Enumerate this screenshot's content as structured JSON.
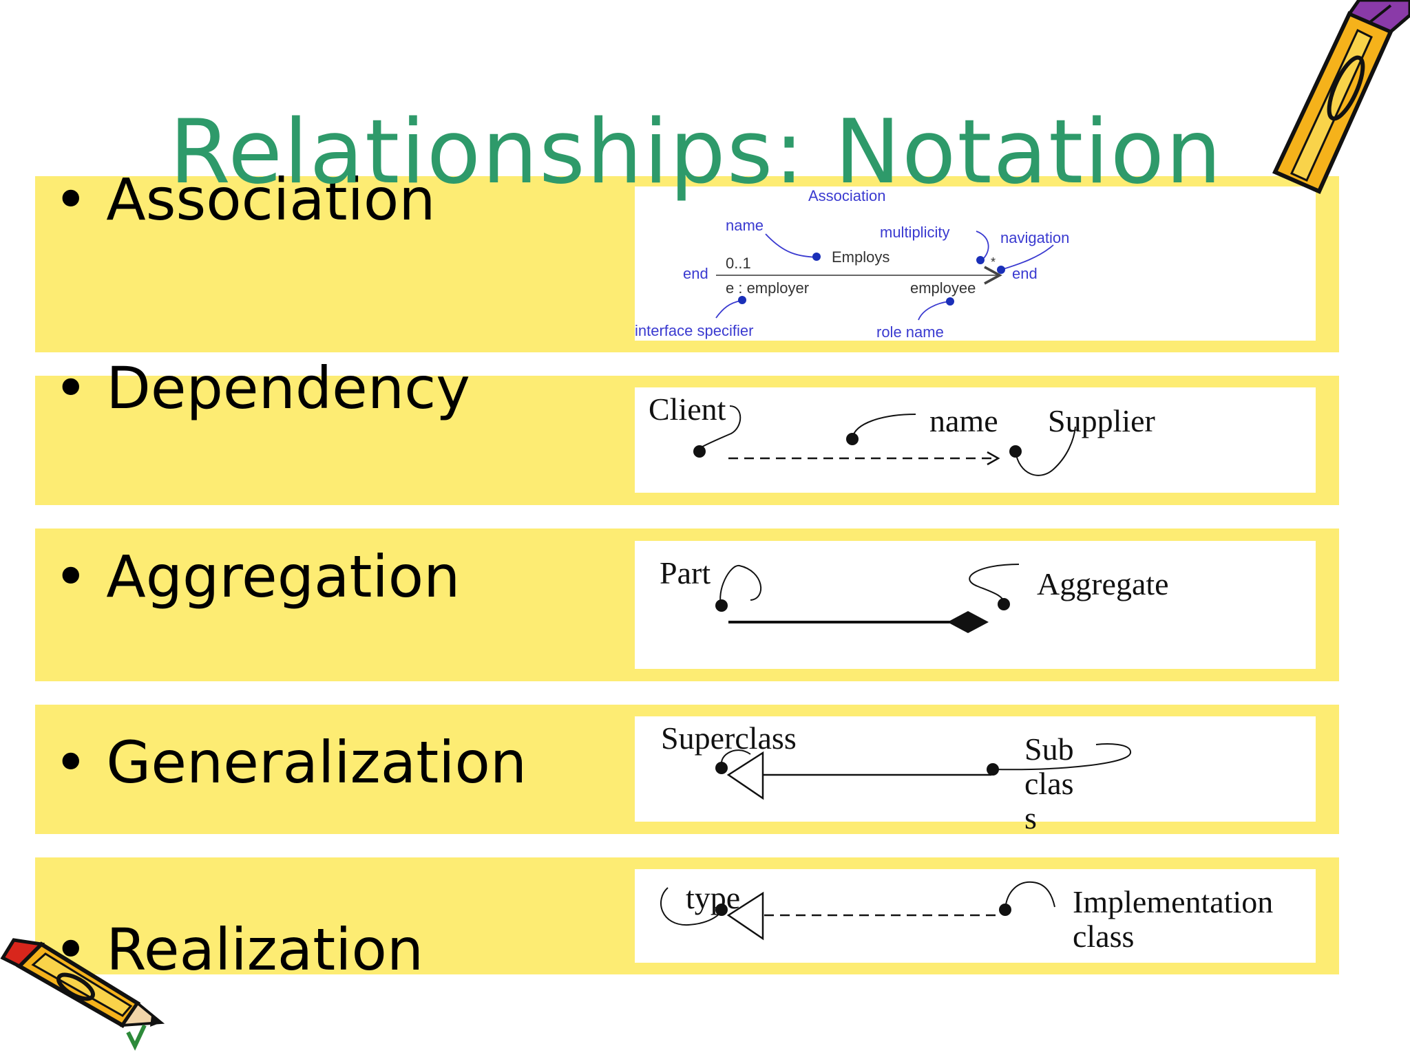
{
  "title": "Relationships: Notation",
  "rows": [
    {
      "label": "• Association"
    },
    {
      "label": "• Dependency"
    },
    {
      "label": "• Aggregation"
    },
    {
      "label": "• Generalization"
    },
    {
      "label": "• Realization"
    }
  ],
  "association": {
    "heading": "Association",
    "name": "name",
    "multiplicity": "multiplicity",
    "navigation": "navigation",
    "mult_left": "0..1",
    "employs": "Employs",
    "star": "*",
    "end_left": "end",
    "end_right": "end",
    "employer": "e : employer",
    "employee": "employee",
    "interface": "interface specifier",
    "role": "role name"
  },
  "dependency": {
    "client": "Client",
    "name": "name",
    "supplier": "Supplier"
  },
  "aggregation": {
    "part": "Part",
    "aggregate": "Aggregate"
  },
  "generalization": {
    "superclass": "Superclass",
    "sub1": "Sub",
    "sub2": "clas",
    "sub3": "s"
  },
  "realization": {
    "type": "type",
    "impl1": "Implementation",
    "impl2": "class"
  },
  "colors": {
    "band": "#fdec73",
    "title": "#2e9a6a",
    "assoc_text": "#3a3ad0",
    "assoc_dot": "#1a2fb8"
  }
}
